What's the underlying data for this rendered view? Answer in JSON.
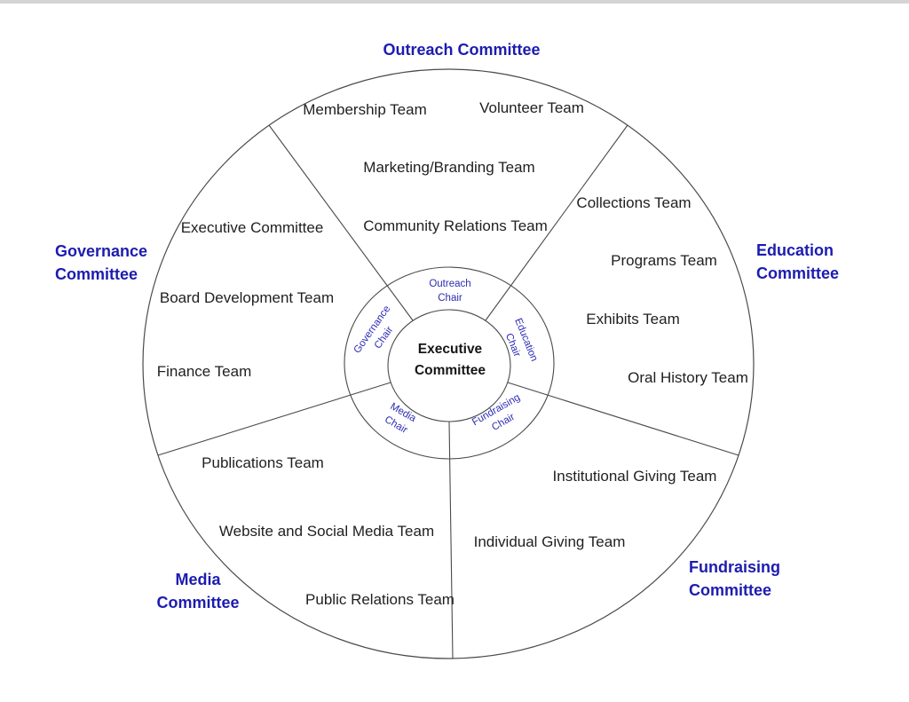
{
  "colors": {
    "committee_blue": "#1c1cb0",
    "chair_blue": "#2c2cb4",
    "line_gray": "#4a4a4a",
    "team_text": "#1f1f1f",
    "top_edge_gray": "#d4d4d4"
  },
  "center": {
    "line1": "Executive",
    "line2": "Committee"
  },
  "chairs": {
    "outreach": {
      "line1": "Outreach",
      "line2": "Chair"
    },
    "education": {
      "line1": "Education",
      "line2": "Chair"
    },
    "fundraising": {
      "line1": "Fundraising",
      "line2": "Chair"
    },
    "media": {
      "line1": "Media",
      "line2": "Chair"
    },
    "governance": {
      "line1": "Governance",
      "line2": "Chair"
    }
  },
  "committees": {
    "outreach": {
      "label": "Outreach Committee",
      "teams": {
        "membership": "Membership Team",
        "volunteer": "Volunteer Team",
        "marketing_branding": "Marketing/Branding Team",
        "community_relations": "Community Relations Team"
      }
    },
    "education": {
      "label_line1": "Education",
      "label_line2": "Committee",
      "teams": {
        "collections": "Collections Team",
        "programs": "Programs Team",
        "exhibits": "Exhibits Team",
        "oral_history": "Oral History Team"
      }
    },
    "fundraising": {
      "label_line1": "Fundraising",
      "label_line2": "Committee",
      "teams": {
        "institutional_giving": "Institutional Giving Team",
        "individual_giving": "Individual Giving Team"
      }
    },
    "media": {
      "label_line1": "Media",
      "label_line2": "Committee",
      "teams": {
        "publications": "Publications Team",
        "website_social_media": "Website and Social Media Team",
        "public_relations": "Public Relations Team"
      }
    },
    "governance": {
      "label_line1": "Governance",
      "label_line2": "Committee",
      "teams": {
        "executive_committee": "Executive Committee",
        "board_development": "Board Development Team",
        "finance": "Finance Team"
      }
    }
  }
}
